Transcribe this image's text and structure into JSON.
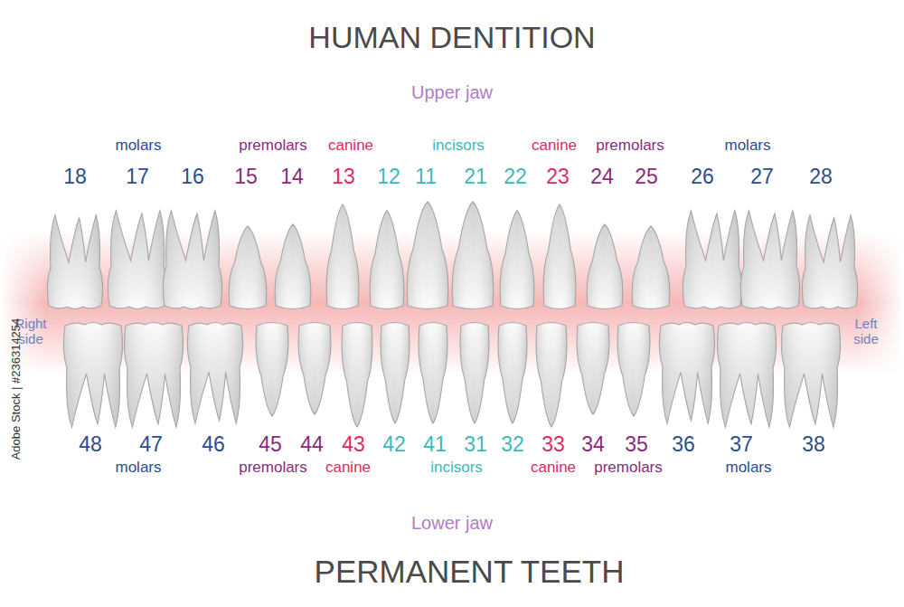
{
  "diagram": {
    "title": "HUMAN  DENTITION",
    "caption": "PERMANENT TEETH",
    "labels": [
      "Upper jaw",
      "molars",
      "premolars",
      "canine",
      "incisors",
      "canine",
      "premolars",
      "molars",
      "18",
      "17",
      "16",
      "15",
      "14",
      "13",
      "12",
      "11",
      "21",
      "22",
      "23",
      "24",
      "25",
      "26",
      "27",
      "28",
      "Right side",
      "Left side",
      "48",
      "47",
      "46",
      "45",
      "44",
      "43",
      "42",
      "41",
      "31",
      "32",
      "33",
      "34",
      "35",
      "36",
      "37",
      "38",
      "molars",
      "premolars",
      "canine",
      "incisors",
      "canine",
      "premolars",
      "molars",
      "Lower jaw",
      "Adobe Stock | #236314254"
    ]
  }
}
